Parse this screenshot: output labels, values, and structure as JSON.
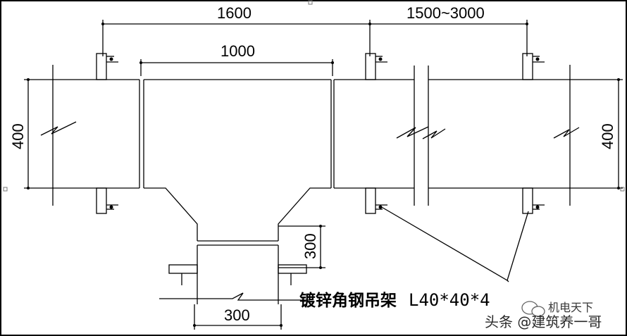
{
  "dimensions": {
    "top_left": "1600",
    "top_right": "1500~3000",
    "tee_width": "1000",
    "duct_height_left": "400",
    "duct_height_right": "400",
    "branch_length": "300",
    "branch_width": "300"
  },
  "callout": {
    "material": "镀锌角钢吊架",
    "spec": "L40*40*4"
  },
  "watermark": {
    "logo_text": "机电天下",
    "source": "头条 @建筑养一哥"
  }
}
